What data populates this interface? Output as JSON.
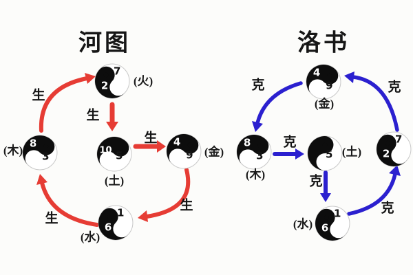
{
  "background": "#fcfcfa",
  "colors": {
    "generating_arrow": "#e63c34",
    "overcoming_arrow": "#2b20cf",
    "symbol_black": "#0d0d0d",
    "text": "#141414"
  },
  "hetu": {
    "title": "河图",
    "cycle_label": "生",
    "nodes": {
      "fire": {
        "numbers": [
          "7",
          "2"
        ],
        "element": "(火)"
      },
      "wood": {
        "numbers": [
          "8",
          "3"
        ],
        "element": "(木)"
      },
      "earth": {
        "numbers": [
          "10",
          "5"
        ],
        "element": "(土)"
      },
      "metal": {
        "numbers": [
          "4",
          "9"
        ],
        "element": "(金)"
      },
      "water": {
        "numbers": [
          "1",
          "6"
        ],
        "element": "(水)"
      }
    },
    "arrows": [
      {
        "from": "wood",
        "to": "fire",
        "label": "生"
      },
      {
        "from": "fire",
        "to": "earth",
        "label": "生"
      },
      {
        "from": "earth",
        "to": "metal",
        "label": "生"
      },
      {
        "from": "metal",
        "to": "water",
        "label": "生"
      },
      {
        "from": "water",
        "to": "wood",
        "label": "生"
      }
    ]
  },
  "luoshu": {
    "title": "洛书",
    "cycle_label": "克",
    "nodes": {
      "metal": {
        "numbers": [
          "4",
          "9"
        ],
        "element": "(金)"
      },
      "wood": {
        "numbers": [
          "8",
          "3"
        ],
        "element": "(木)"
      },
      "earth": {
        "numbers": [
          "5"
        ],
        "element": "(土)"
      },
      "fire": {
        "numbers": [
          "7",
          "2"
        ],
        "element": ""
      },
      "water": {
        "numbers": [
          "1",
          "6"
        ],
        "element": "(水)"
      }
    },
    "arrows": [
      {
        "from": "metal",
        "to": "wood",
        "label": "克"
      },
      {
        "from": "wood",
        "to": "earth",
        "label": "克"
      },
      {
        "from": "earth",
        "to": "water",
        "label": "克"
      },
      {
        "from": "water",
        "to": "fire",
        "label": "克"
      },
      {
        "from": "fire",
        "to": "metal",
        "label": "克"
      }
    ]
  }
}
